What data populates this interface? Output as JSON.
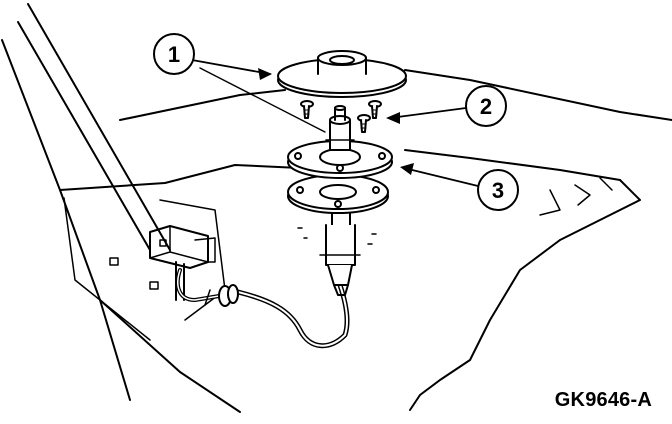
{
  "callouts": [
    {
      "label": "1"
    },
    {
      "label": "2"
    },
    {
      "label": "3"
    }
  ],
  "figure_code": "GK9646-A",
  "colors": {
    "ink": "#000000",
    "paper": "#ffffff"
  }
}
